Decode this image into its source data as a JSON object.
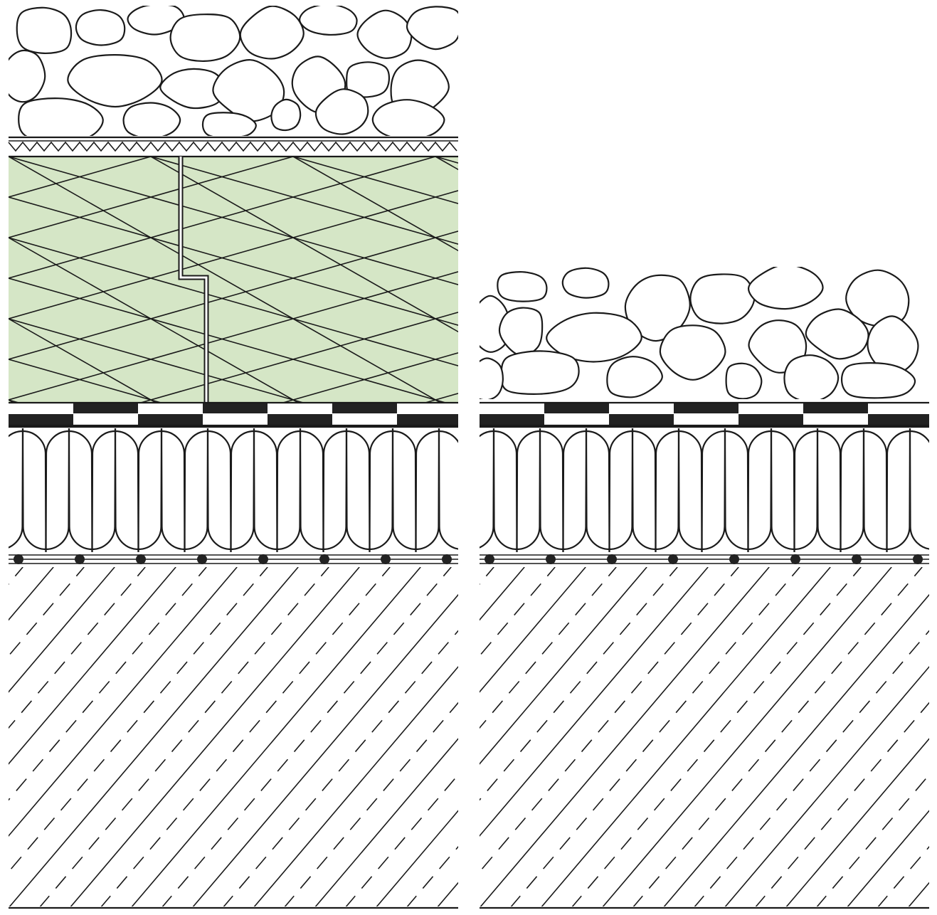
{
  "diagram": {
    "kind": "roof-build-up-section-detail",
    "labels": [],
    "colors": {
      "line": "#1a1a1a",
      "insulation_fill": "#d5e6c6",
      "background": "#ffffff",
      "membrane_dark": "#222222"
    },
    "assemblies": [
      {
        "id": "left",
        "layers_top_to_bottom": [
          "gravel-ballast",
          "protection-fleece",
          "drainage-layer",
          "green-xps-insulation-boards-with-stepped-joint",
          "waterproofing-membrane",
          "mineral-wool-insulation",
          "vapour-barrier",
          "concrete-slab"
        ]
      },
      {
        "id": "right",
        "layers_top_to_bottom": [
          "gravel-ballast",
          "waterproofing-membrane",
          "mineral-wool-insulation",
          "vapour-barrier",
          "concrete-slab"
        ]
      }
    ]
  }
}
